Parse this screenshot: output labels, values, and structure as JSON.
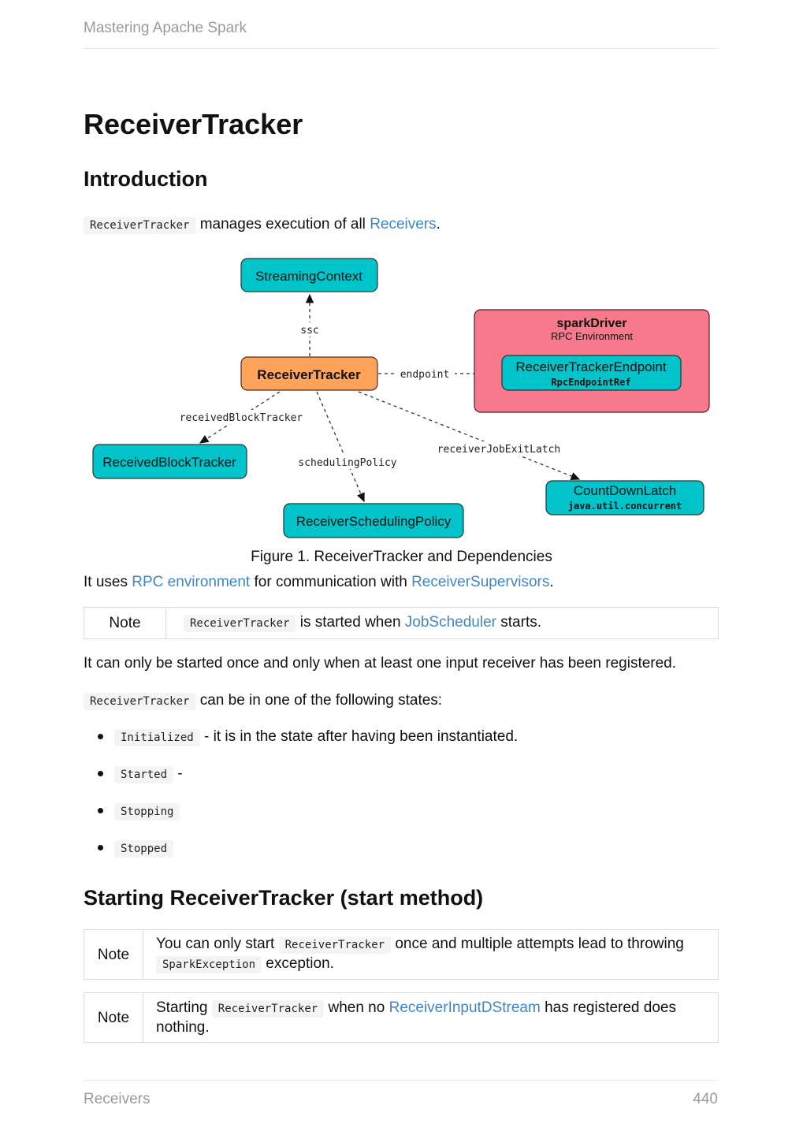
{
  "header": {
    "book_title": "Mastering Apache Spark"
  },
  "title": "ReceiverTracker",
  "intro": {
    "heading": "Introduction",
    "code": "ReceiverTracker",
    "text_mid": "manages execution of all",
    "link": "Receivers",
    "text_end": "."
  },
  "diagram": {
    "nodes": {
      "streaming_context": "StreamingContext",
      "receiver_tracker": "ReceiverTracker",
      "spark_driver_title": "sparkDriver",
      "spark_driver_subtitle": "RPC Environment",
      "endpoint_title": "ReceiverTrackerEndpoint",
      "endpoint_subtitle": "RpcEndpointRef",
      "received_block_tracker": "ReceivedBlockTracker",
      "scheduling_policy": "ReceiverSchedulingPolicy",
      "countdown_title": "CountDownLatch",
      "countdown_subtitle": "java.util.concurrent"
    },
    "edges": {
      "ssc": "ssc",
      "endpoint": "endpoint",
      "received_block_tracker": "receivedBlockTracker",
      "scheduling_policy": "schedulingPolicy",
      "receiver_job_exit_latch": "receiverJobExitLatch"
    },
    "colors": {
      "teal": "#00c4c9",
      "orange": "#ffa25a",
      "pink": "#f7798b"
    }
  },
  "figure_caption": "Figure 1. ReceiverTracker and Dependencies",
  "rpc_para": {
    "text_start": "It uses",
    "link1": "RPC environment",
    "text_mid": "for communication with",
    "link2": "ReceiverSupervisors",
    "text_end": "."
  },
  "note1": {
    "label": "Note",
    "code": "ReceiverTracker",
    "text_mid": "is started when",
    "link": "JobScheduler",
    "text_end": "starts."
  },
  "started_once_para": "It can only be started once and only when at least one input receiver has been registered.",
  "states_para": {
    "code": "ReceiverTracker",
    "text": "can be in one of the following states:"
  },
  "states": [
    {
      "code": "Initialized",
      "text": "- it is in the state after having been instantiated."
    },
    {
      "code": "Started",
      "text": "-"
    },
    {
      "code": "Stopping",
      "text": ""
    },
    {
      "code": "Stopped",
      "text": ""
    }
  ],
  "start_section": {
    "heading": "Starting ReceiverTracker (start method)"
  },
  "note2": {
    "label": "Note",
    "text_start": "You can only start",
    "code1": "ReceiverTracker",
    "text_mid": "once and multiple attempts lead to throwing",
    "code2": "SparkException",
    "text_end": "exception."
  },
  "note3": {
    "label": "Note",
    "text_start": "Starting",
    "code": "ReceiverTracker",
    "text_mid": "when no",
    "link": "ReceiverInputDStream",
    "text_end": "has registered does",
    "text_line2": "nothing."
  },
  "footer": {
    "section": "Receivers",
    "page_number": "440"
  }
}
